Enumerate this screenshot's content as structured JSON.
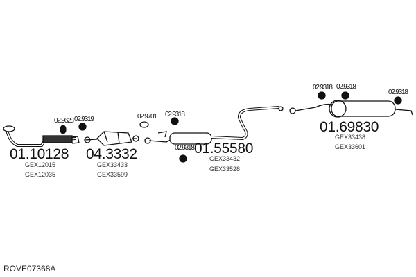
{
  "diagram_code": "ROVE07368A",
  "parts": [
    {
      "number": "01.10128",
      "refs": [
        "GEX12015",
        "GEX12035"
      ]
    },
    {
      "number": "04.3332",
      "refs": [
        "GEX33433",
        "GEX33599"
      ]
    },
    {
      "number": "01.55580",
      "refs": [
        "GEX33432",
        "GEX33528"
      ]
    },
    {
      "number": "01.69830",
      "refs": [
        "GEX33438",
        "GEX33601"
      ]
    }
  ],
  "clamps": [
    "02.9628",
    "02.9319",
    "02.9701",
    "02.9318",
    "02.9318",
    "02.9318",
    "02.9318",
    "02.9318"
  ]
}
